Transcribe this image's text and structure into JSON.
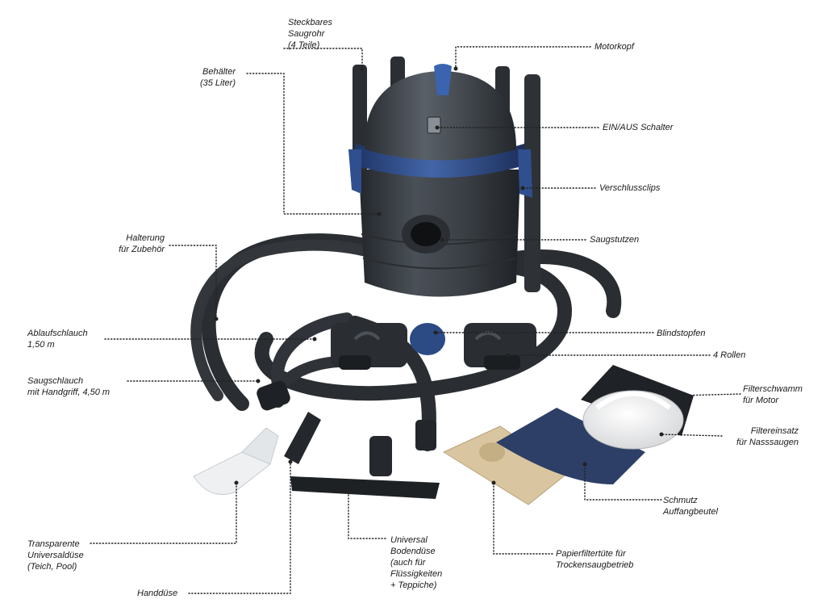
{
  "labels": {
    "steckbares_saugrohr": [
      "Steckbares",
      "Saugrohr",
      "(4 Teile)"
    ],
    "motorkopf": [
      "Motorkopf"
    ],
    "behaelter": [
      "Behälter",
      "(35 Liter)"
    ],
    "ein_aus_schalter": [
      "EIN/AUS Schalter"
    ],
    "verschlussclips": [
      "Verschlussclips"
    ],
    "saugstutzen": [
      "Saugstutzen"
    ],
    "halterung": [
      "Halterung",
      "für Zubehör"
    ],
    "ablaufschlauch": [
      "Ablaufschlauch",
      "1,50 m"
    ],
    "blindstopfen": [
      "Blindstopfen"
    ],
    "rollen": [
      "4 Rollen"
    ],
    "saugschlauch": [
      "Saugschlauch",
      "mit Handgriff, 4,50 m"
    ],
    "filterschwamm": [
      "Filterschwamm",
      "für Motor"
    ],
    "filtereinsatz": [
      "Filtereinsatz",
      "für Nasssaugen"
    ],
    "schmutz_auffangbeutel": [
      "Schmutz",
      "Auffangbeutel"
    ],
    "transparente_universalduese": [
      "Transparente",
      "Universaldüse",
      "(Teich, Pool)"
    ],
    "universal_bodenduese": [
      "Universal",
      "Bodendüse",
      "(auch für",
      "Flüssigkeiten",
      "+ Teppiche)"
    ],
    "papierfiltertuete": [
      "Papierfiltertüte für",
      "Trockensaugbetrieb"
    ],
    "handduese": [
      "Handdüse"
    ]
  },
  "colors": {
    "body": "#3b4046",
    "body_dark": "#25292e",
    "accent_blue": "#2f4f8f",
    "hose": "#2a2d31",
    "paper_bag": "#d9c6a0",
    "cloth_bag": "#2d3f66",
    "filter_white": "#f2f2f2"
  }
}
